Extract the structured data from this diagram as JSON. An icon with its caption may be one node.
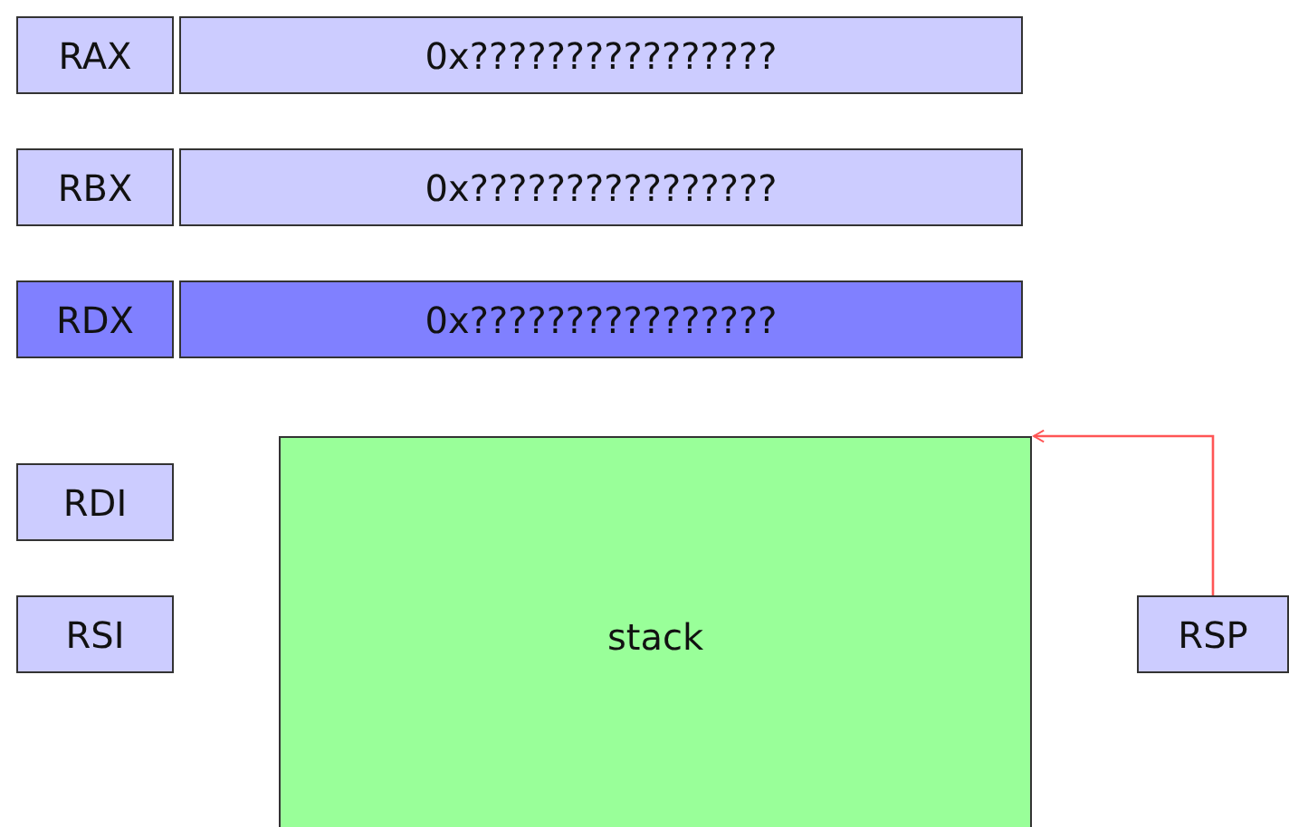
{
  "diagram": {
    "nodes": [
      {
        "text": [
          "RAX"
        ]
      },
      {
        "text": [
          "0x????????????????"
        ]
      },
      {
        "text": [
          "RBX"
        ]
      },
      {
        "text": [
          "0x????????????????"
        ]
      },
      {
        "text": [
          "RDX"
        ]
      },
      {
        "text": [
          "0x????????????????"
        ]
      },
      {
        "text": [
          "RDI"
        ]
      },
      {
        "text": [
          "RSI"
        ]
      },
      {
        "text": [
          "stack"
        ]
      },
      {
        "text": [
          "RSP"
        ]
      }
    ],
    "edges": [
      {
        "from": 9,
        "to": 8,
        "arrow": "to",
        "color": "#ff5555"
      }
    ]
  }
}
